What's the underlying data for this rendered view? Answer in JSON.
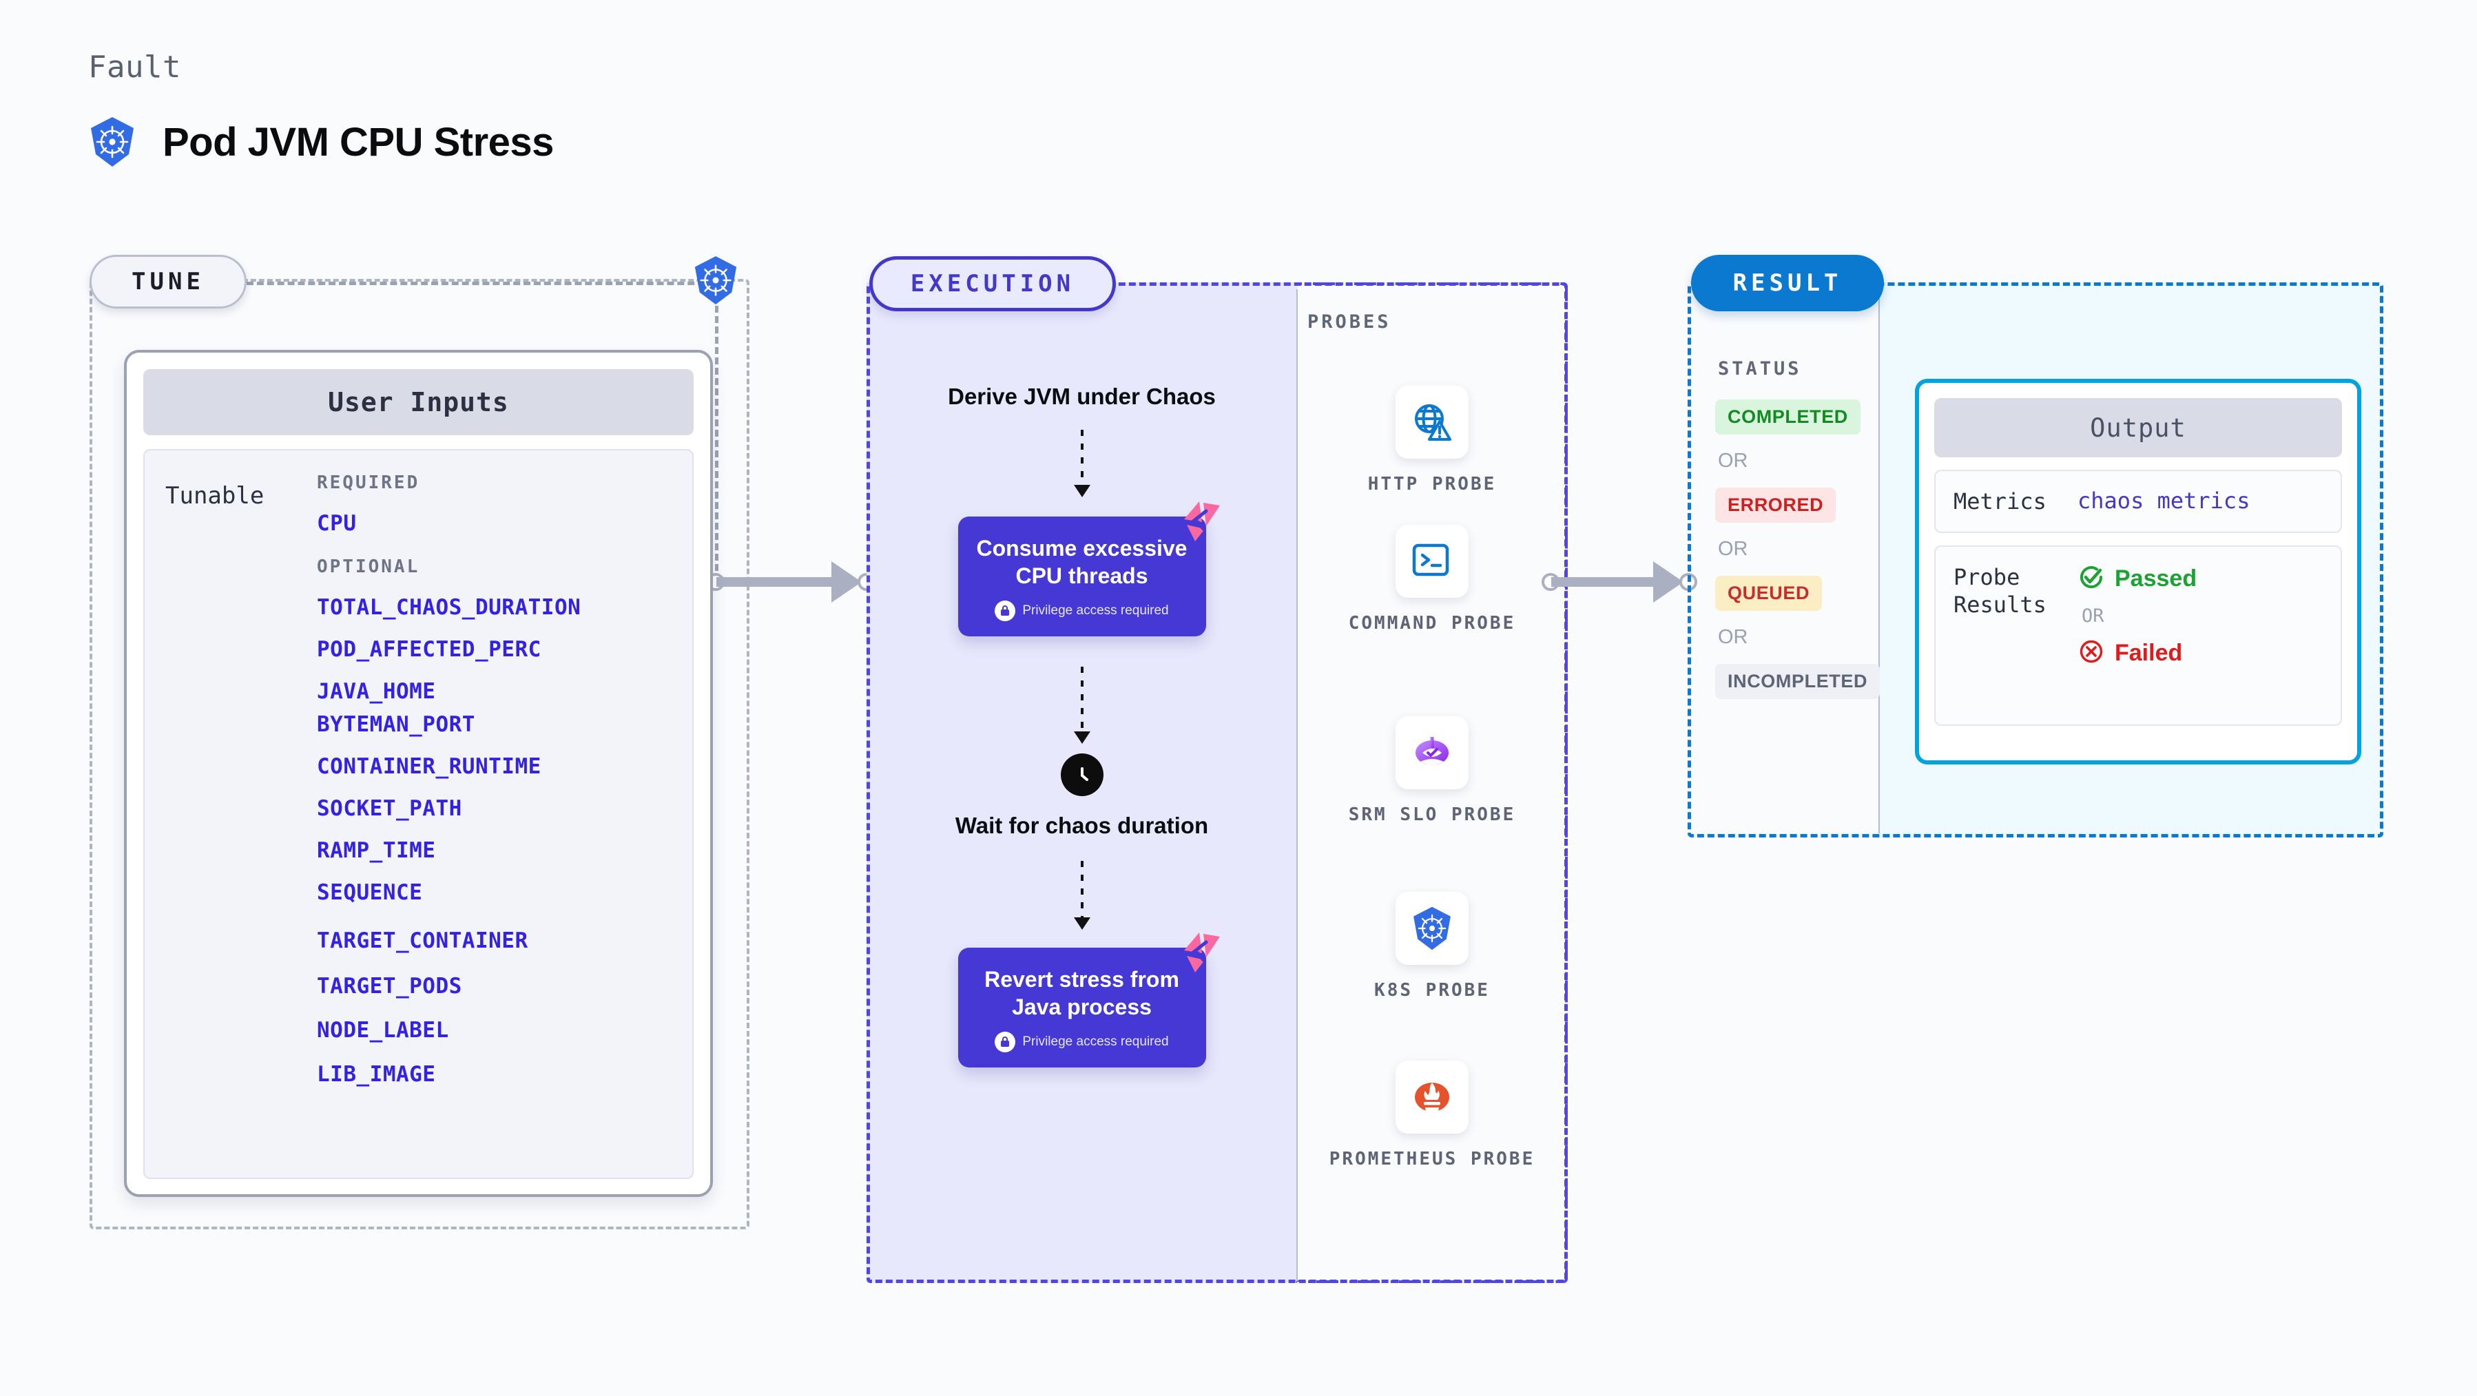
{
  "header": {
    "kicker": "Fault",
    "title": "Pod JVM CPU Stress",
    "icon": "kubernetes-icon"
  },
  "sections": {
    "tune": {
      "label": "TUNE"
    },
    "execution": {
      "label": "EXECUTION"
    },
    "result": {
      "label": "RESULT"
    },
    "probes": {
      "label": "PROBES"
    },
    "status": {
      "label": "STATUS"
    }
  },
  "tune": {
    "card_title": "User Inputs",
    "row_label": "Tunable",
    "groups": [
      {
        "title": "REQUIRED",
        "params": [
          "CPU"
        ]
      },
      {
        "title": "OPTIONAL",
        "params": [
          "TOTAL_CHAOS_DURATION",
          "POD_AFFECTED_PERC",
          "JAVA_HOME",
          "BYTEMAN_PORT",
          "CONTAINER_RUNTIME",
          "SOCKET_PATH",
          "RAMP_TIME",
          "SEQUENCE",
          "TARGET_CONTAINER",
          "TARGET_PODS",
          "NODE_LABEL",
          "LIB_IMAGE"
        ]
      }
    ]
  },
  "execution": {
    "intro": "Derive JVM under Chaos",
    "steps": [
      {
        "title": "Consume excessive CPU threads",
        "note": "Privilege access required",
        "icon": "lock-icon",
        "badge": "chaos-corner-badge"
      },
      {
        "wait_label": "Wait for chaos duration",
        "icon": "clock-icon"
      },
      {
        "title": "Revert stress from Java process",
        "note": "Privilege access required",
        "icon": "lock-icon",
        "badge": "chaos-corner-badge"
      }
    ]
  },
  "probes": [
    {
      "name": "HTTP PROBE",
      "icon": "globe-warning-icon"
    },
    {
      "name": "COMMAND PROBE",
      "icon": "terminal-icon"
    },
    {
      "name": "SRM SLO PROBE",
      "icon": "srm-slo-icon"
    },
    {
      "name": "K8S PROBE",
      "icon": "kubernetes-icon"
    },
    {
      "name": "PROMETHEUS PROBE",
      "icon": "prometheus-icon"
    }
  ],
  "status": {
    "items": [
      "COMPLETED",
      "ERRORED",
      "QUEUED",
      "INCOMPLETED"
    ],
    "separator": "OR"
  },
  "output": {
    "title": "Output",
    "metrics_key": "Metrics",
    "metrics_value": "chaos metrics",
    "probe_key": "Probe Results",
    "passed": "Passed",
    "failed": "Failed",
    "separator": "OR"
  },
  "colors": {
    "accent_purple": "#4338ca",
    "step_purple": "#4538d4",
    "result_blue": "#0b79d0",
    "output_cyan": "#00a3e0",
    "param_blue": "#3322e6",
    "badge_pink": "#f9699f",
    "k8s_blue": "#326ce5",
    "prometheus_orange": "#e6522c",
    "pass_green": "#1aa330",
    "fail_red": "#e01b1b"
  }
}
